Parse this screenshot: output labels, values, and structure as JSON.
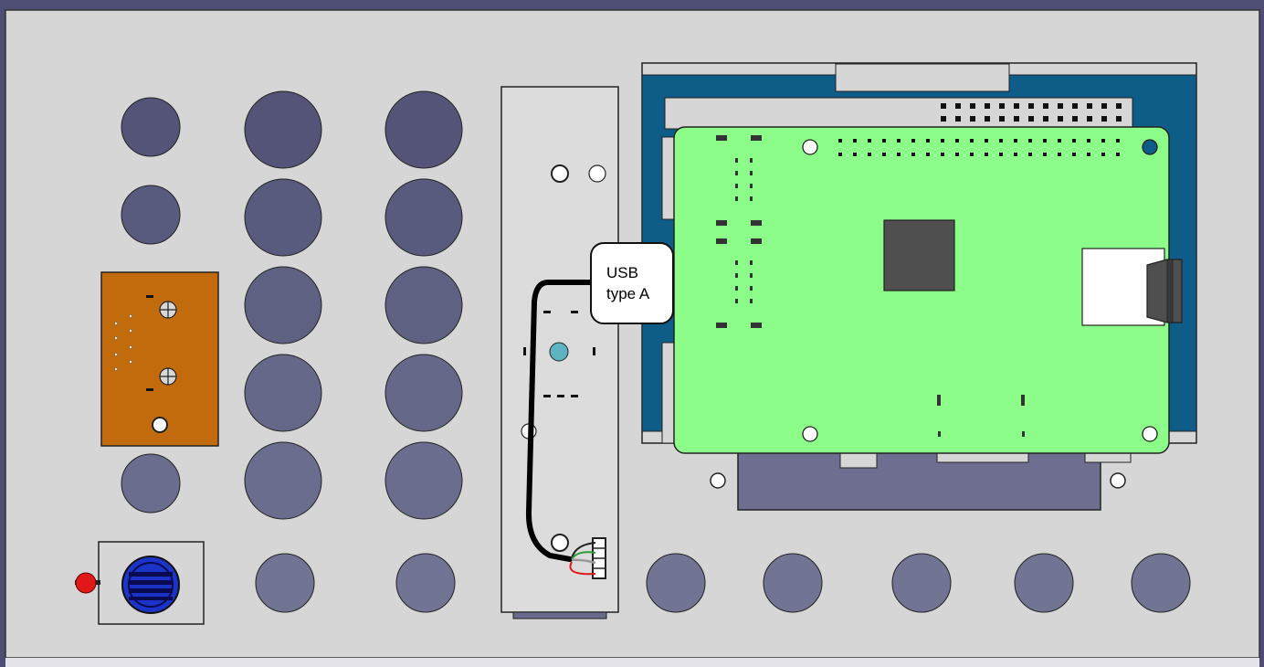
{
  "colors": {
    "frame": "#4e4e74",
    "panel": "#d6d6d6",
    "board_green": "#8cfd88",
    "carrier_blue": "#0e5c88",
    "io_plate": "#6e6e90",
    "orange_board": "#c16b0d",
    "chip": "#4f4f4f",
    "cable": "#000000",
    "led_red": "#e01818",
    "button_blue": "#1c33c8",
    "accent_cyan": "#5fb4c4"
  },
  "knobs": {
    "row_1": [
      "knob",
      "knob",
      "knob"
    ],
    "row_2": [
      "knob",
      "knob",
      "knob"
    ],
    "row_3": [
      "knob",
      "knob"
    ],
    "row_4": [
      "knob",
      "knob"
    ],
    "row_5": [
      "knob",
      "knob",
      "knob"
    ],
    "bottom_row": [
      "knob",
      "knob",
      "knob",
      "knob",
      "knob",
      "knob",
      "knob"
    ]
  },
  "callout": {
    "line1": "USB",
    "line2": "type A"
  },
  "icons": {
    "orange_board": [
      "screw-icon",
      "screw-icon"
    ],
    "power": [
      "power-button-icon",
      "led-icon"
    ]
  }
}
